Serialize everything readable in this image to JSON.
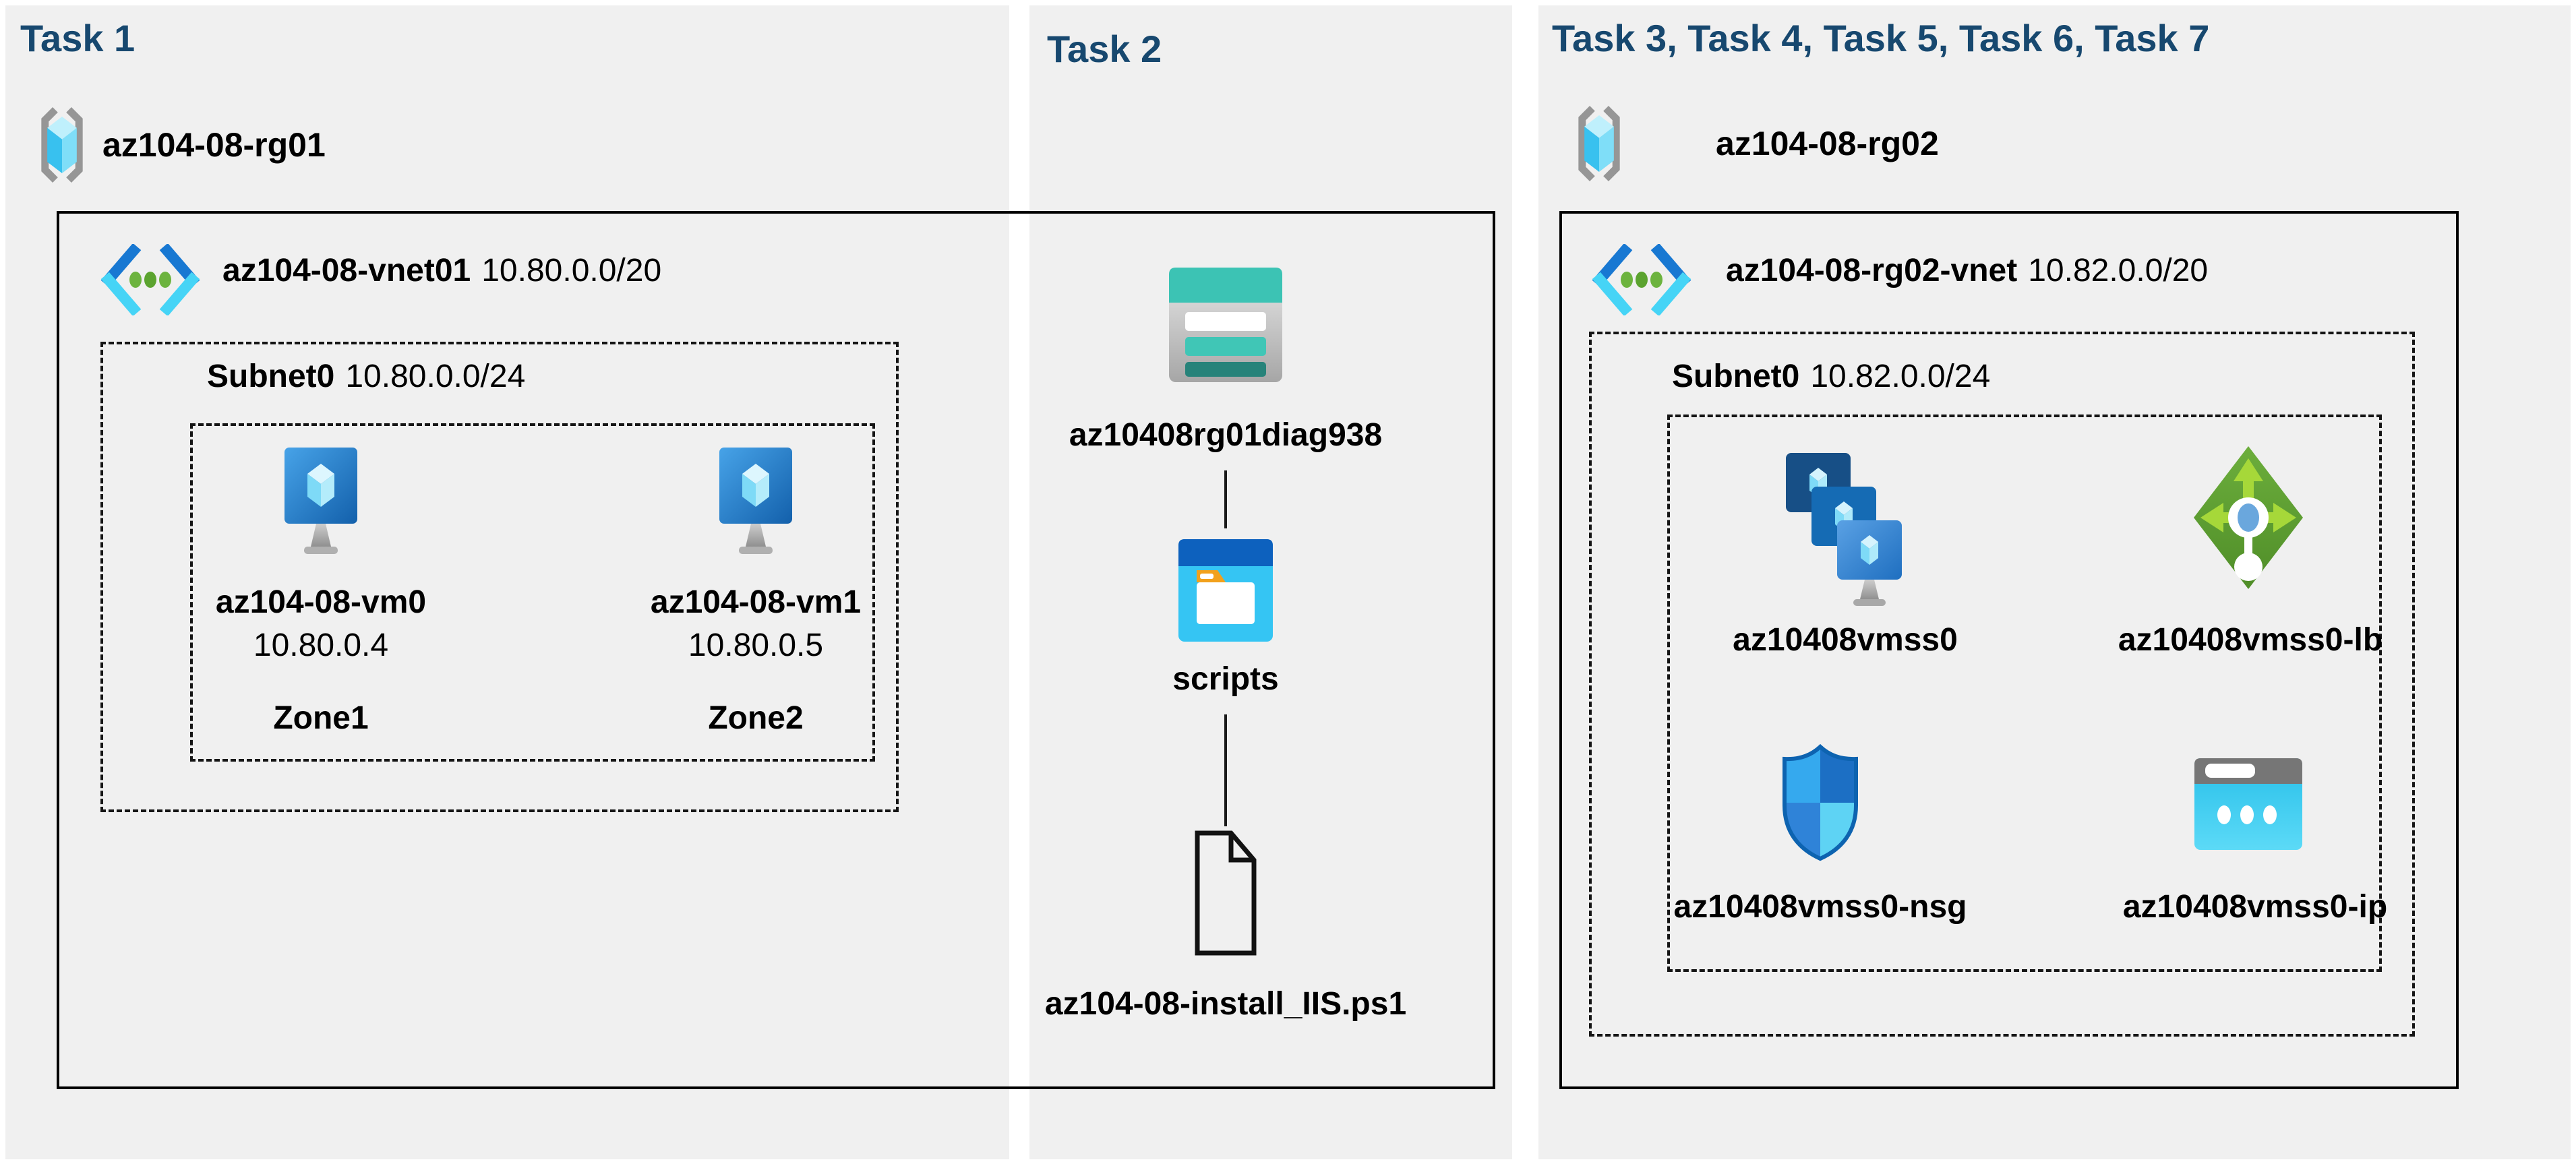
{
  "colors": {
    "panel_bg": "#f0f0f0",
    "title_blue": "#17486f",
    "border_black": "#000000",
    "storage_teal": "#3cc3b4",
    "vnet_blue": "#1878d2",
    "vnet_cyan": "#46d4f6",
    "lb_green": "#5d9e31",
    "nsg_blue": "#1c6fc4",
    "ip_cyan": "#2cc4ec"
  },
  "task1": {
    "title": "Task 1",
    "resource_group": "az104-08-rg01",
    "vnet_name": "az104-08-vnet01",
    "vnet_cidr": "10.80.0.0/20",
    "subnet_name": "Subnet0",
    "subnet_cidr": "10.80.0.0/24",
    "vms": [
      {
        "name": "az104-08-vm0",
        "ip": "10.80.0.4",
        "zone": "Zone1"
      },
      {
        "name": "az104-08-vm1",
        "ip": "10.80.0.5",
        "zone": "Zone2"
      }
    ]
  },
  "task2": {
    "title": "Task 2",
    "storage_account": "az10408rg01diag938",
    "folder": "scripts",
    "file": "az104-08-install_IIS.ps1"
  },
  "task3": {
    "title": "Task 3, Task 4, Task 5, Task 6, Task 7",
    "resource_group": "az104-08-rg02",
    "vnet_name": "az104-08-rg02-vnet",
    "vnet_cidr": "10.82.0.0/20",
    "subnet_name": "Subnet0",
    "subnet_cidr": "10.82.0.0/24",
    "vmss": "az10408vmss0",
    "load_balancer": "az10408vmss0-lb",
    "nsg": "az10408vmss0-nsg",
    "public_ip": "az10408vmss0-ip"
  }
}
